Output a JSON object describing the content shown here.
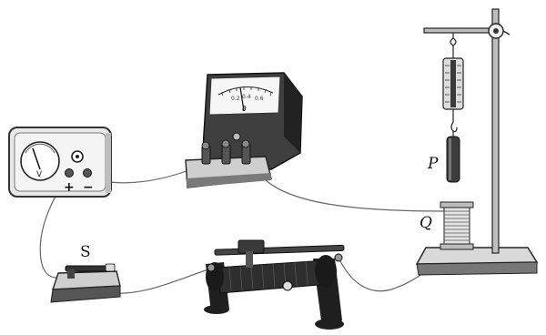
{
  "labels": {
    "switch": "S",
    "weight": "P",
    "coil": "Q"
  },
  "power_supply": {
    "meter_symbol": "V",
    "plus": "+",
    "minus": "−"
  },
  "ammeter": {
    "scale_numbers": [
      "0.2",
      "0.4",
      "0.6"
    ],
    "needle_symbol": "∂"
  },
  "colors": {
    "wire": "#666666",
    "device_dark": "#3a3a3a",
    "device_mid": "#9a9a9a",
    "device_light": "#d9d9d9"
  }
}
